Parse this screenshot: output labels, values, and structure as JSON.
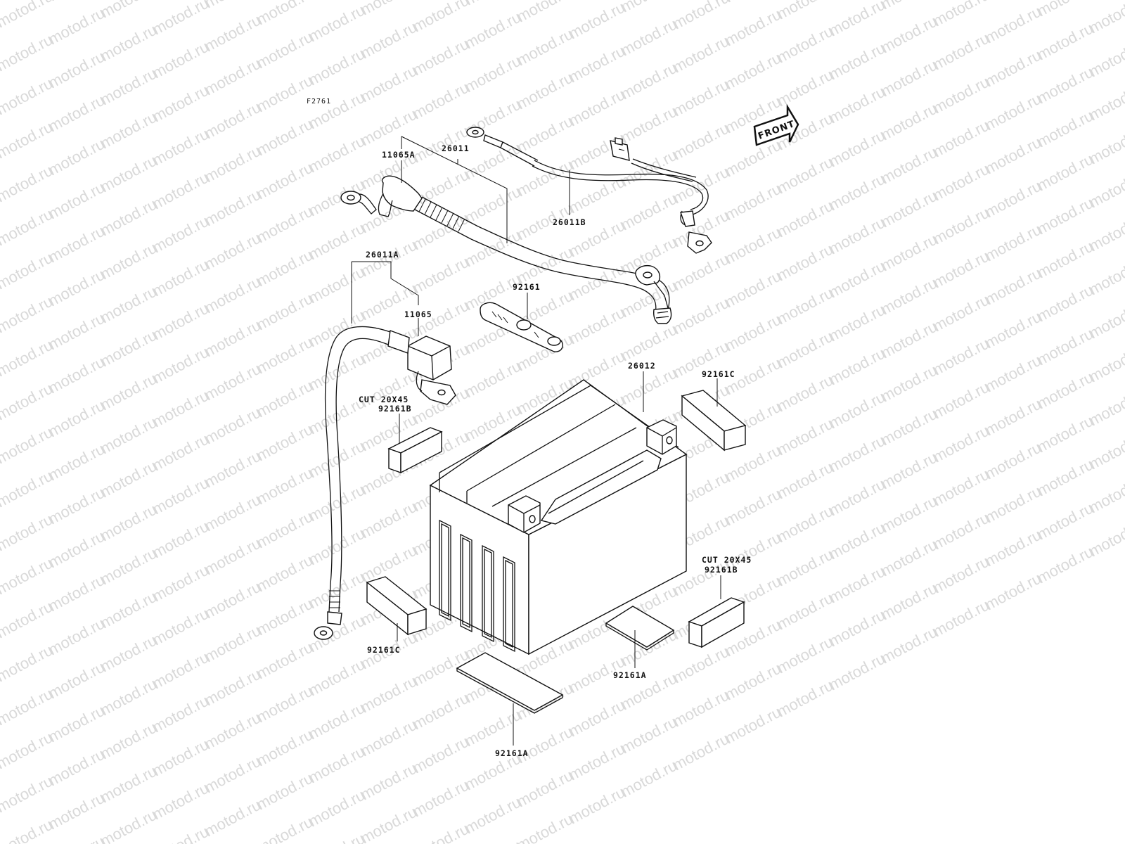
{
  "diagram": {
    "figure_code": "F2761",
    "front_label": "FRONT",
    "watermark_text": "motod.ru",
    "labels": {
      "p11065A": "11065A",
      "p26011": "26011",
      "p26011B": "26011B",
      "p26011A": "26011A",
      "p11065": "11065",
      "p92161": "92161",
      "p26012": "26012",
      "p92161C_top": "92161C",
      "cut_left": "CUT 20X45",
      "p92161B_left": "92161B",
      "cut_right": "CUT 20X45",
      "p92161B_right": "92161B",
      "p92161C_bottom": "92161C",
      "p92161A_right": "92161A",
      "p92161A_bottom": "92161A"
    }
  }
}
